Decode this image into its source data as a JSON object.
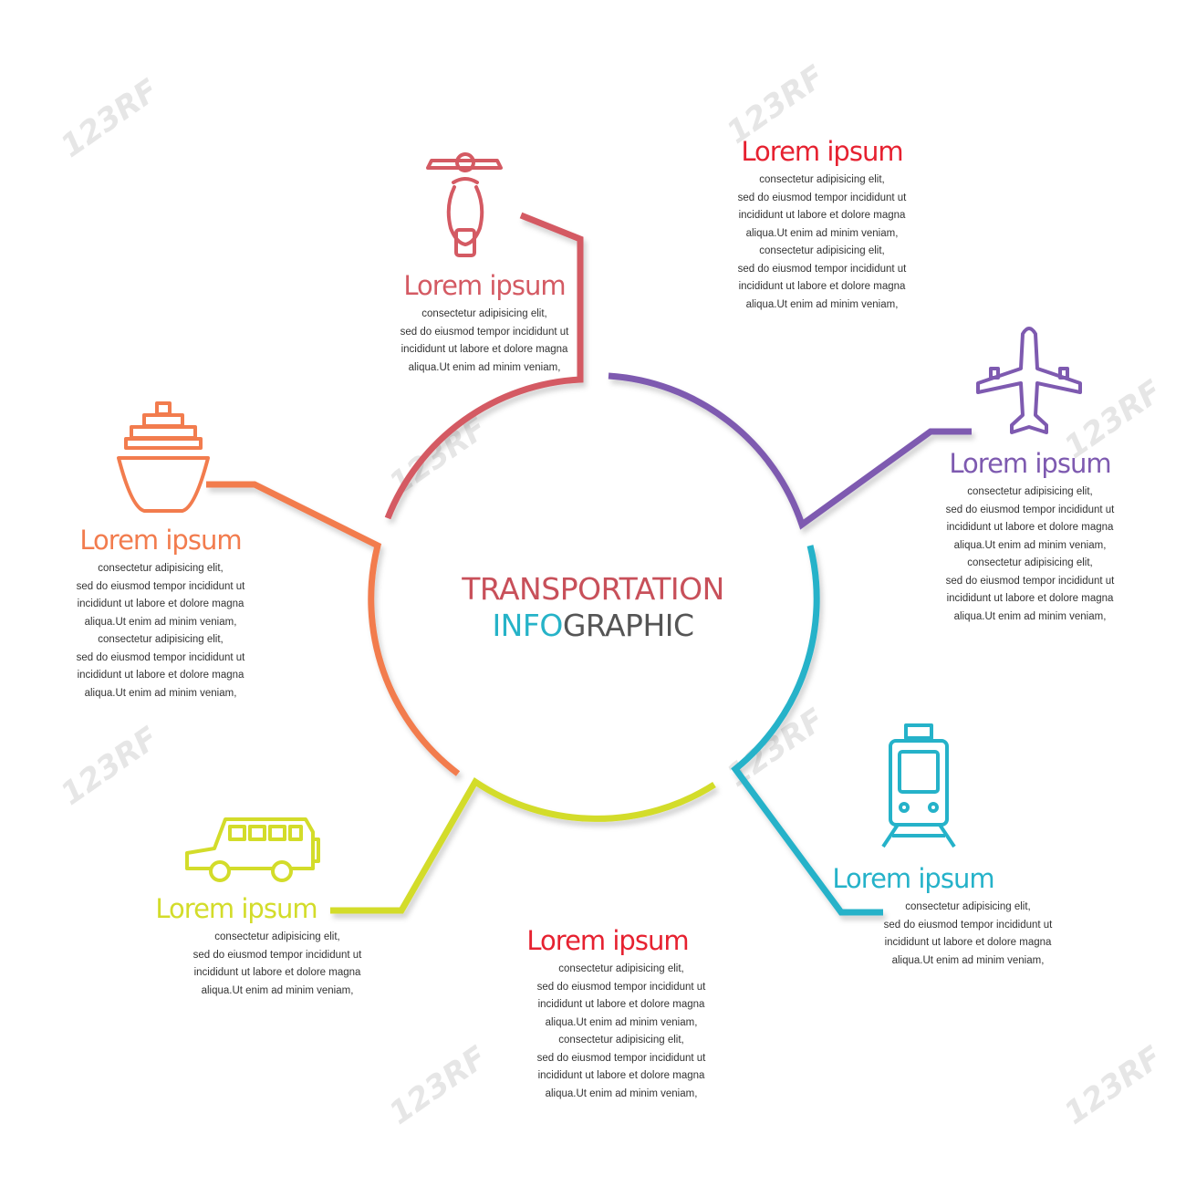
{
  "watermark": "123RF",
  "center": {
    "line1": "TRANSPORTATION",
    "line2_accent": "INFO",
    "line2_rest": "GRAPHIC",
    "color1": "#c8505a",
    "accent_color": "#26b3c8",
    "rest_color": "#555555"
  },
  "colors": {
    "scooter": "#d45a63",
    "plane": "#7e5ab0",
    "train": "#25b2c9",
    "ground": "#d3dc2a",
    "ship": "#f27c4e",
    "title_red": "#e62130"
  },
  "items": [
    {
      "id": "scooter",
      "icon": "scooter-icon",
      "title": "Lorem ipsum",
      "lines": [
        "consectetur adipisicing elit,",
        "sed do eiusmod tempor incididunt ut",
        "incididunt ut labore et dolore magna",
        "aliqua.Ut enim ad minim veniam,"
      ]
    },
    {
      "id": "top-right",
      "icon": "",
      "title": "Lorem ipsum",
      "lines": [
        "consectetur adipisicing elit,",
        "sed do eiusmod tempor incididunt ut",
        "incididunt ut labore et dolore magna",
        "aliqua.Ut enim ad minim veniam,",
        "consectetur adipisicing elit,",
        "sed do eiusmod tempor incididunt ut",
        "incididunt ut labore et dolore magna",
        "aliqua.Ut enim ad minim veniam,"
      ]
    },
    {
      "id": "plane",
      "icon": "airplane-icon",
      "title": "Lorem ipsum",
      "lines": [
        "consectetur adipisicing elit,",
        "sed do eiusmod tempor incididunt ut",
        "incididunt ut labore et dolore magna",
        "aliqua.Ut enim ad minim veniam,",
        "consectetur adipisicing elit,",
        "sed do eiusmod tempor incididunt ut",
        "incididunt ut labore et dolore magna",
        "aliqua.Ut enim ad minim veniam,"
      ]
    },
    {
      "id": "ship",
      "icon": "ship-icon",
      "title": "Lorem ipsum",
      "lines": [
        "consectetur adipisicing elit,",
        "sed do eiusmod tempor incididunt ut",
        "incididunt ut labore et dolore magna",
        "aliqua.Ut enim ad minim veniam,",
        "consectetur adipisicing elit,",
        "sed do eiusmod tempor incididunt ut",
        "incididunt ut labore et dolore magna",
        "aliqua.Ut enim ad minim veniam,"
      ]
    },
    {
      "id": "train",
      "icon": "train-icon",
      "title": "Lorem ipsum",
      "lines": [
        "consectetur adipisicing elit,",
        "sed do eiusmod tempor incididunt ut",
        "incididunt ut labore et dolore magna",
        "aliqua.Ut enim ad minim veniam,"
      ]
    },
    {
      "id": "car",
      "icon": "car-icon",
      "title": "Lorem ipsum",
      "lines": [
        "consectetur adipisicing elit,",
        "sed do eiusmod tempor incididunt ut",
        "incididunt ut labore et dolore magna",
        "aliqua.Ut enim ad minim veniam,"
      ]
    },
    {
      "id": "bottom",
      "icon": "",
      "title": "Lorem ipsum",
      "lines": [
        "consectetur adipisicing elit,",
        "sed do eiusmod tempor incididunt ut",
        "incididunt ut labore et dolore magna",
        "aliqua.Ut enim ad minim veniam,",
        "consectetur adipisicing elit,",
        "sed do eiusmod tempor incididunt ut",
        "incididunt ut labore et dolore magna",
        "aliqua.Ut enim ad minim veniam,"
      ]
    }
  ]
}
